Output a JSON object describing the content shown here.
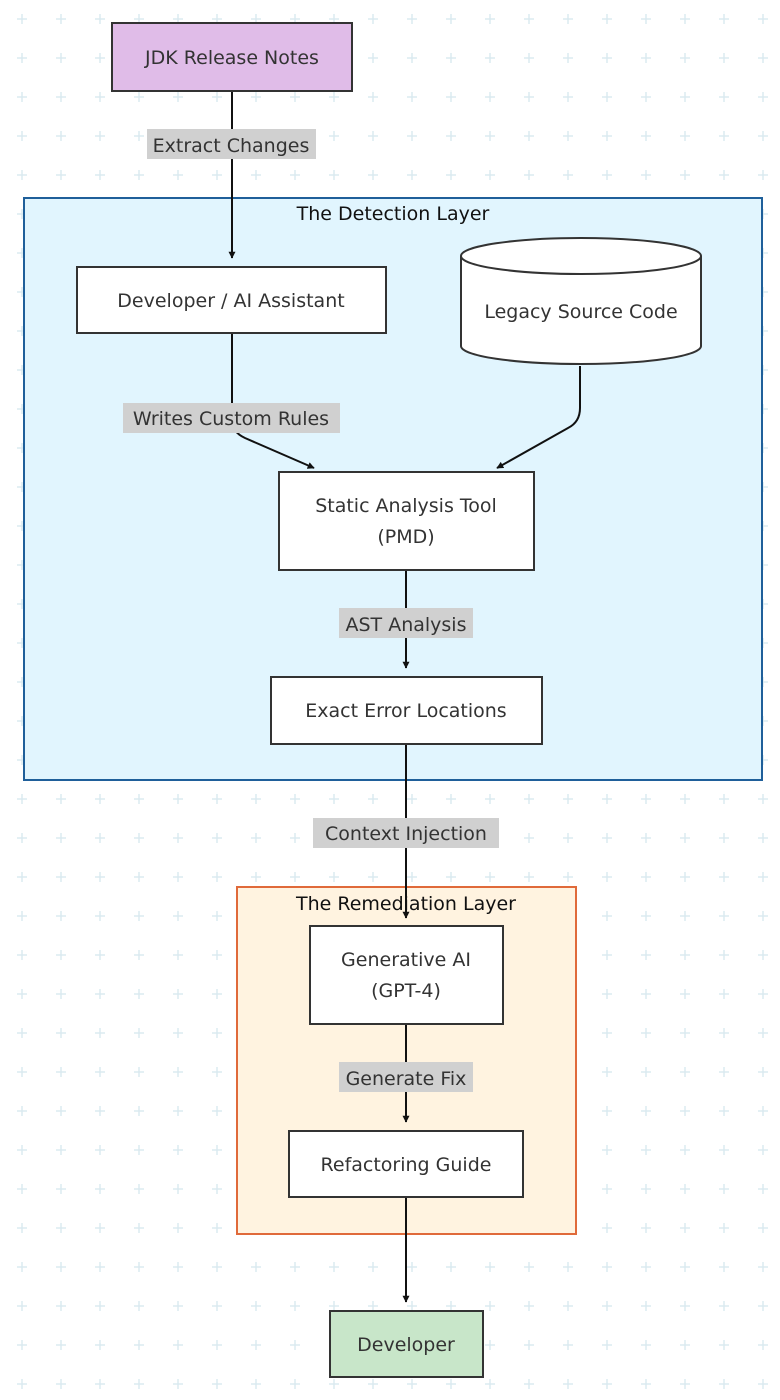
{
  "diagram": {
    "nodes": {
      "jdk_release_notes": {
        "label": "JDK Release Notes",
        "fill": "#e0bce8"
      },
      "developer_ai_assistant": {
        "label": "Developer / AI Assistant",
        "fill": "#ffffff"
      },
      "legacy_source_code": {
        "label": "Legacy Source Code",
        "fill": "#ffffff"
      },
      "static_analysis_tool": {
        "label_line1": "Static Analysis Tool",
        "label_line2": "(PMD)",
        "fill": "#ffffff"
      },
      "exact_error_locations": {
        "label": "Exact Error Locations",
        "fill": "#ffffff"
      },
      "generative_ai": {
        "label_line1": "Generative AI",
        "label_line2": "(GPT-4)",
        "fill": "#ffffff"
      },
      "refactoring_guide": {
        "label": "Refactoring Guide",
        "fill": "#ffffff"
      },
      "developer": {
        "label": "Developer",
        "fill": "#c8e6c9"
      }
    },
    "groups": {
      "detection_layer": {
        "title": "The Detection Layer",
        "fill": "#e1f5fe",
        "stroke": "#1f5f9a"
      },
      "remediation_layer": {
        "title": "The Remediation Layer",
        "fill": "#fff3e0",
        "stroke": "#e06a3a"
      }
    },
    "edge_labels": {
      "extract_changes": "Extract Changes",
      "writes_custom_rules": "Writes Custom Rules",
      "ast_analysis": "AST Analysis",
      "context_injection": "Context Injection",
      "generate_fix": "Generate Fix"
    },
    "colors": {
      "edge": "#111111",
      "node_border": "#333333",
      "edge_label_bg": "#d0d0d0",
      "background_grid": "#dbeaf0"
    }
  }
}
